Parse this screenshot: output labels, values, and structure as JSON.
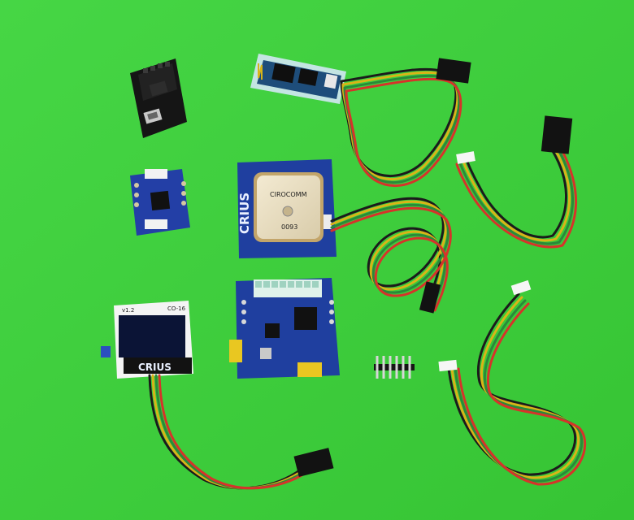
{
  "scene": {
    "background_color": "#3fd13d",
    "board_color": "#1f3f9f",
    "wire_colors": [
      "#1b1b1b",
      "#d8b418",
      "#2a8a3a",
      "#d6332a"
    ]
  },
  "gps_module": {
    "brand_text": "CRIUS",
    "antenna_logo": "CIROCOMM",
    "antenna_code": "0093"
  },
  "oled_module": {
    "brand_text": "CRIUS",
    "corner_left": "v1.2",
    "corner_right": "CO-16"
  }
}
